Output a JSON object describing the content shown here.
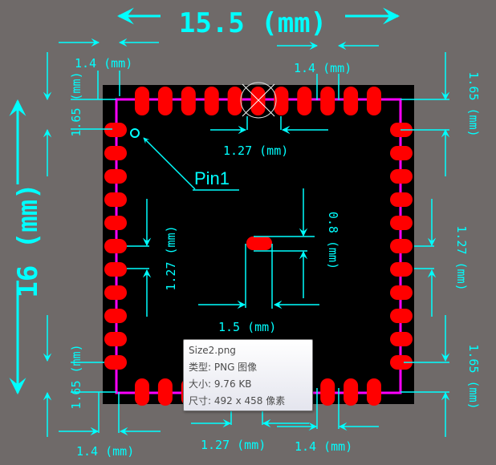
{
  "diagram": {
    "width_label": "15.5 (mm)",
    "height_label": "16 (mm)",
    "pin1_label": "Pin1",
    "top_left_pad_offset": "1.4 (mm)",
    "top_right_pad_offset": "1.4 (mm)",
    "bottom_left_pad_offset": "1.4 (mm)",
    "bottom_right_pad_offset": "1.4 (mm)",
    "left_top_pad_offset": "1.65 (mm)",
    "right_top_pad_offset": "1.65 (mm)",
    "left_bottom_pad_offset": "1.65 (mm)",
    "right_bottom_pad_offset": "1.65 (mm)",
    "top_pitch": "1.27 (mm)",
    "bottom_pitch": "1.27 (mm)",
    "left_pitch": "1.27 (mm)",
    "right_pitch": "1.27 (mm)",
    "pad_width": "1.5 (mm)",
    "pad_height": "0.8 (mm)",
    "pads_per_side": 11,
    "colors": {
      "pad": "#ff0000",
      "outline": "#ff00ff",
      "board": "#000000",
      "dimension": "#00ffff"
    }
  },
  "tooltip": {
    "filename": "Size2.png",
    "type": "类型: PNG 图像",
    "size": "大小: 9.76 KB",
    "dimensions": "尺寸: 492 x 458 像素"
  }
}
